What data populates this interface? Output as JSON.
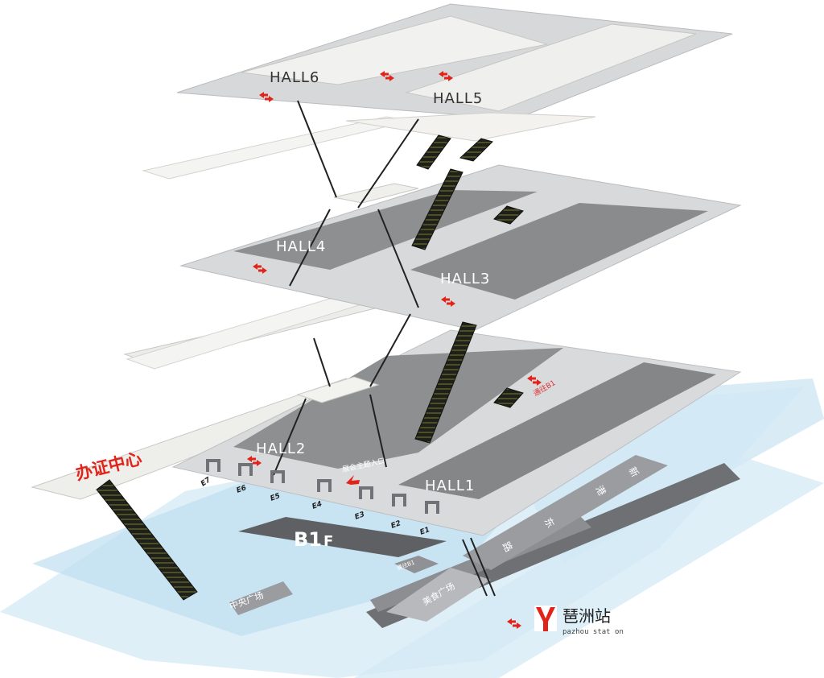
{
  "halls": {
    "hall6": "HALL6",
    "hall5": "HALL5",
    "hall4": "HALL4",
    "hall3": "HALL3",
    "hall2": "HALL2",
    "hall1": "HALL1"
  },
  "floor_label": {
    "main": "B1",
    "suffix": "F"
  },
  "service_center": "办证中心",
  "exhibition_entrance": "展会主题入口",
  "entrances": [
    "E7",
    "E6",
    "E5",
    "E4",
    "E3",
    "E2",
    "E1"
  ],
  "passage_upper": "通往B1",
  "passage_lower": "通往B1",
  "plazas": {
    "central": "中央广场",
    "food": "美食广场"
  },
  "street_chars": [
    "新",
    "港",
    "东",
    "路"
  ],
  "station": {
    "name_cn": "琶洲站",
    "name_en": "pazhou stat on"
  },
  "colors": {
    "accent_red": "#e2231a",
    "floor_gray": "#d9dadc",
    "hall_dark": "#8e8f91",
    "water_blue": "#cde8f5"
  },
  "icons": [
    "double-arrow-icon",
    "escalator-icon",
    "entrance-gate-icon",
    "metro-logo-icon"
  ]
}
